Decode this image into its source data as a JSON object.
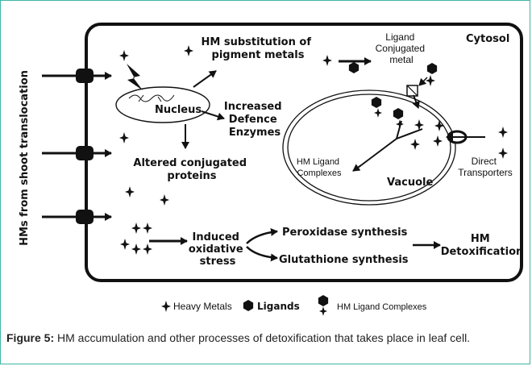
{
  "diagram": {
    "side_label": "HMs from shoot translocation",
    "cytosol": "Cytosol",
    "hm_substitution": [
      "HM substitution of",
      "pigment metals"
    ],
    "ligand_conjugated": [
      "Ligand",
      "Conjugated",
      "metal"
    ],
    "nucleus": "Nucleus",
    "increased_defence": [
      "Increased",
      "Defence",
      "Enzymes"
    ],
    "altered_proteins": [
      "Altered conjugated",
      "proteins"
    ],
    "hm_ligand_complexes": [
      "HM Ligand",
      "Complexes"
    ],
    "vacuole": "Vacuole",
    "direct_transporters": [
      "Direct",
      "Transporters"
    ],
    "induced_stress": [
      "Induced",
      "oxidative",
      "stress"
    ],
    "peroxidase": "Peroxidase synthesis",
    "glutathione": "Glutathione synthesis",
    "hm_detox": [
      "HM",
      "Detoxification"
    ],
    "legend": {
      "heavy_metals": "Heavy Metals",
      "ligands": "Ligands",
      "complexes": "HM Ligand Complexes"
    }
  },
  "caption": {
    "figure_label": "Figure 5:",
    "text": " HM accumulation and other processes of detoxification that takes place in leaf cell."
  }
}
